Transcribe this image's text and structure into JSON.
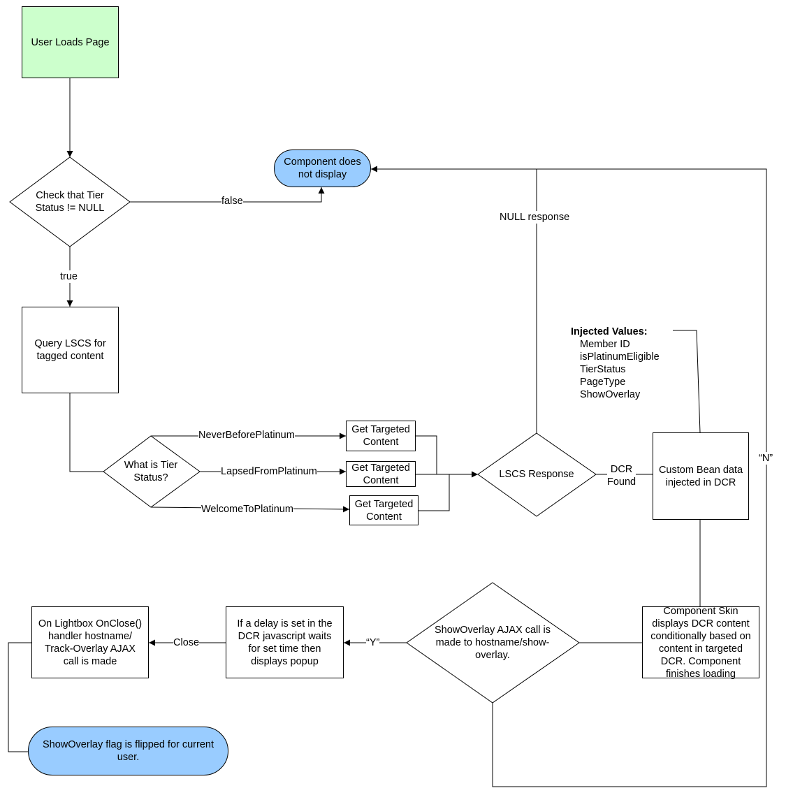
{
  "nodes": {
    "user_loads_page": "User Loads Page",
    "check_tier": "Check that Tier\nStatus != NULL",
    "component_not_display": "Component does\nnot display",
    "query_lscs": "Query LSCS for\ntagged content",
    "what_is_tier": "What is Tier\nStatus?",
    "get_targeted_1": "Get Targeted\nContent",
    "get_targeted_2": "Get Targeted\nContent",
    "get_targeted_3": "Get Targeted\nContent",
    "lscs_response": "LSCS Response",
    "custom_bean": "Custom Bean data\ninjected in DCR",
    "component_skin": "Component Skin\ndisplays DCR content\nconditionally based on\ncontent in targeted\nDCR. Component\nfinishes loading",
    "show_overlay_call": "ShowOverlay AJAX call is\nmade to hostname/show-\noverlay.",
    "delay_popup": "If a delay is set in the\nDCR javascript waits\nfor set time then\ndisplays popup",
    "lightbox_close": "On Lightbox OnClose()\nhandler hostname/\nTrack-Overlay AJAX\ncall is made",
    "flag_flipped": "ShowOverlay flag is flipped for current\nuser."
  },
  "edge_labels": {
    "false": "false",
    "true": "true",
    "never_before": "NeverBeforePlatinum",
    "lapsed_from": "LapsedFromPlatinum",
    "welcome_to": "WelcomeToPlatinum",
    "null_response": "NULL response",
    "dcr_found": "DCR\nFound",
    "n": "“N”",
    "y": "“Y”",
    "close": "Close"
  },
  "injected_values": {
    "title": "Injected Values:",
    "items": [
      "Member ID",
      "isPlatinumEligible",
      "TierStatus",
      "PageType",
      "ShowOverlay"
    ]
  }
}
